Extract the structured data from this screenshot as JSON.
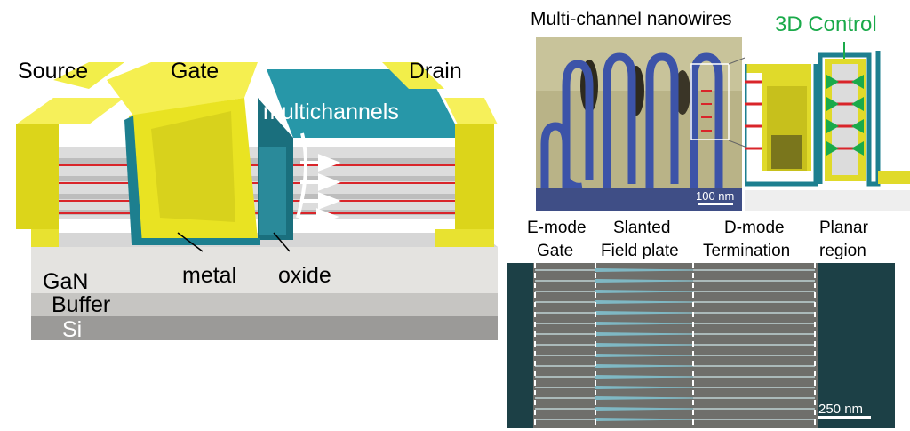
{
  "device": {
    "source": "Source",
    "gate": "Gate",
    "drain": "Drain",
    "multichannels": "multichannels",
    "metal": "metal",
    "oxide": "oxide",
    "gan": "GaN",
    "buffer": "Buffer",
    "si": "Si"
  },
  "tem": {
    "title": "Multi-channel nanowires",
    "scalebar": "100 nm"
  },
  "control": {
    "title": "3D Control"
  },
  "sem": {
    "columns": [
      "E-mode\nGate",
      "Slanted\nField plate",
      "D-mode\nTermination",
      "Planar\nregion"
    ],
    "col1_l1": "E-mode",
    "col1_l2": "Gate",
    "col2_l1": "Slanted",
    "col2_l2": "Field plate",
    "col3_l1": "D-mode",
    "col3_l2": "Termination",
    "col4_l1": "Planar",
    "col4_l2": "region",
    "scalebar": "250 nm"
  },
  "colors": {
    "metal_yellow": "#e9e322",
    "oxide_teal": "#1d7f8f",
    "channel_red": "#d9252a",
    "control_green": "#1aaa4a",
    "substrate_grey": "#9a9a9a"
  }
}
